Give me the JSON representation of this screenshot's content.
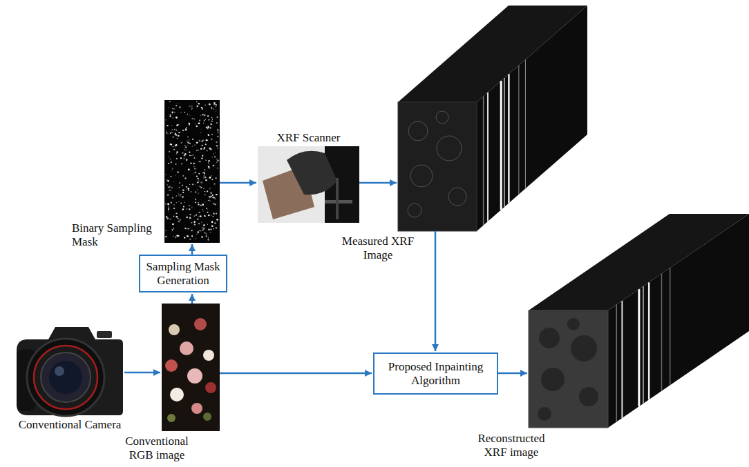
{
  "diagram": {
    "nodes": [
      {
        "text": [
          "Conventional Camera"
        ]
      },
      {
        "text": [
          "Conventional RGB image"
        ]
      },
      {
        "text": [
          "Sampling Mask Generation"
        ]
      },
      {
        "text": [
          "Binary Sampling Mask"
        ]
      },
      {
        "text": [
          "XRF Scanner"
        ]
      },
      {
        "text": [
          "Measured XRF Image"
        ]
      },
      {
        "text": [
          "Proposed Inpainting Algorithm"
        ]
      },
      {
        "text": [
          "Reconstructed XRF image"
        ]
      }
    ],
    "edges": [
      {
        "from": 0,
        "to": 1,
        "arrow": "to"
      },
      {
        "from": 1,
        "to": 2,
        "arrow": "to"
      },
      {
        "from": 2,
        "to": 3,
        "arrow": "to"
      },
      {
        "from": 3,
        "to": 4,
        "arrow": "to"
      },
      {
        "from": 4,
        "to": 5,
        "arrow": "to"
      },
      {
        "from": 5,
        "to": 6,
        "arrow": "to"
      },
      {
        "from": 1,
        "to": 6,
        "arrow": "to"
      },
      {
        "from": 6,
        "to": 7,
        "arrow": "to"
      }
    ]
  }
}
